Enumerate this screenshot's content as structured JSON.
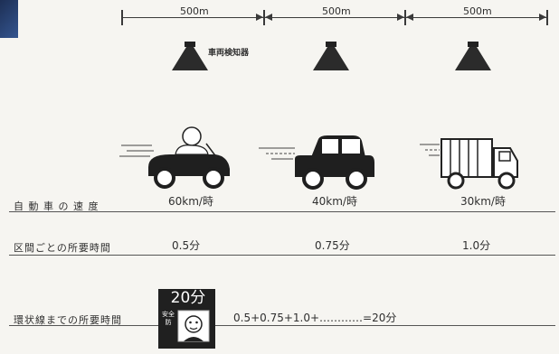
{
  "distances": [
    "500m",
    "500m",
    "500m"
  ],
  "detector_label": "車両検知器",
  "rows": {
    "speed_label": "自 動 車 の 速 度",
    "section_time_label": "区間ごとの所要時間",
    "total_label": "環状線までの所要時間"
  },
  "vehicles": [
    {
      "speed": "60km/時",
      "section_time": "0.5分"
    },
    {
      "speed": "40km/時",
      "section_time": "0.75分"
    },
    {
      "speed": "30km/時",
      "section_time": "1.0分"
    }
  ],
  "badge": {
    "time": "20分",
    "side_text": "安全防"
  },
  "formula": "0.5+0.75+1.0+…………=20分"
}
